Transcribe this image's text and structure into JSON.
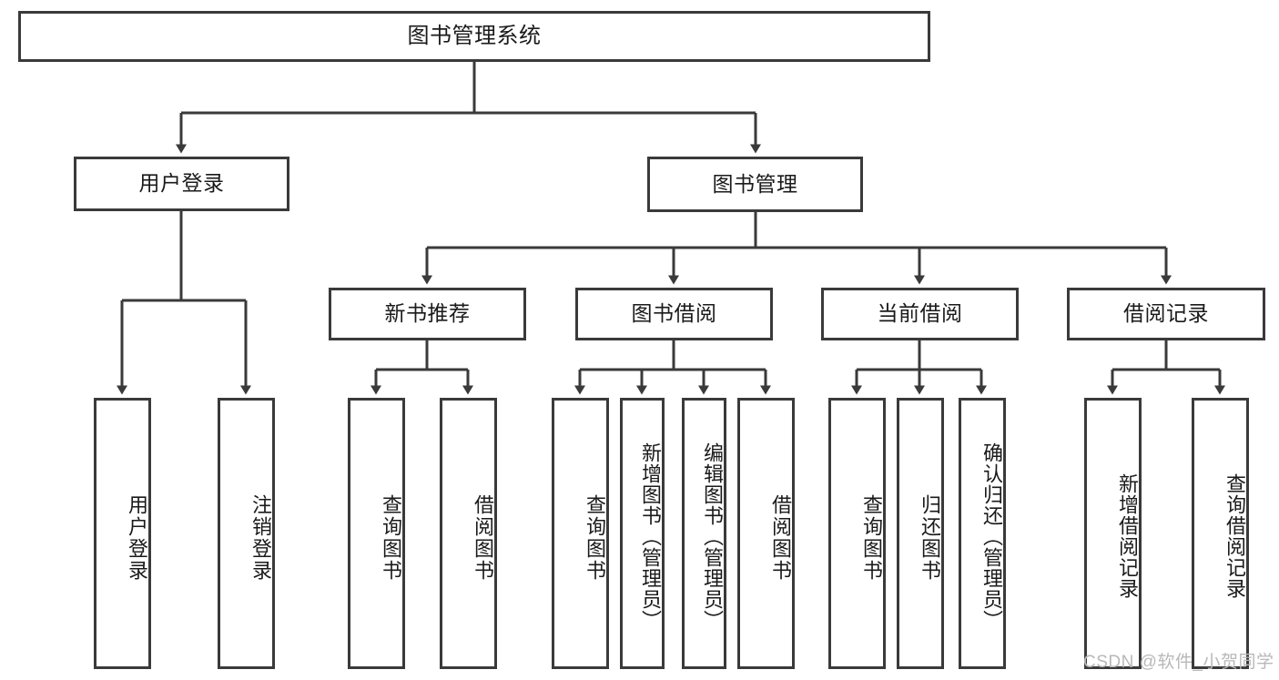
{
  "diagram": {
    "title": "图书管理系统",
    "type": "hierarchy-tree",
    "root": {
      "label": "图书管理系统"
    },
    "level2": [
      {
        "label": "用户登录"
      },
      {
        "label": "图书管理"
      }
    ],
    "level3": [
      {
        "label": "新书推荐"
      },
      {
        "label": "图书借阅"
      },
      {
        "label": "当前借阅"
      },
      {
        "label": "借阅记录"
      }
    ],
    "leaves": {
      "user_login": [
        {
          "label": "用户登录"
        },
        {
          "label": "注销登录"
        }
      ],
      "new_book_recommend": [
        {
          "label": "查询图书"
        },
        {
          "label": "借阅图书"
        }
      ],
      "book_borrow": [
        {
          "label": "查询图书"
        },
        {
          "label": "新增图书（管理员）"
        },
        {
          "label": "编辑图书（管理员）"
        },
        {
          "label": "借阅图书"
        }
      ],
      "current_borrow": [
        {
          "label": "查询图书"
        },
        {
          "label": "归还图书"
        },
        {
          "label": "确认归还（管理员）"
        }
      ],
      "borrow_record": [
        {
          "label": "新增借阅记录"
        },
        {
          "label": "查询借阅记录"
        }
      ]
    }
  },
  "watermark": {
    "text": "CSDN @软件_小贺同学"
  },
  "colors": {
    "stroke": "#3a3a3a",
    "background": "#ffffff",
    "text": "#1a1a1a",
    "watermark": "#b8b8b8"
  }
}
